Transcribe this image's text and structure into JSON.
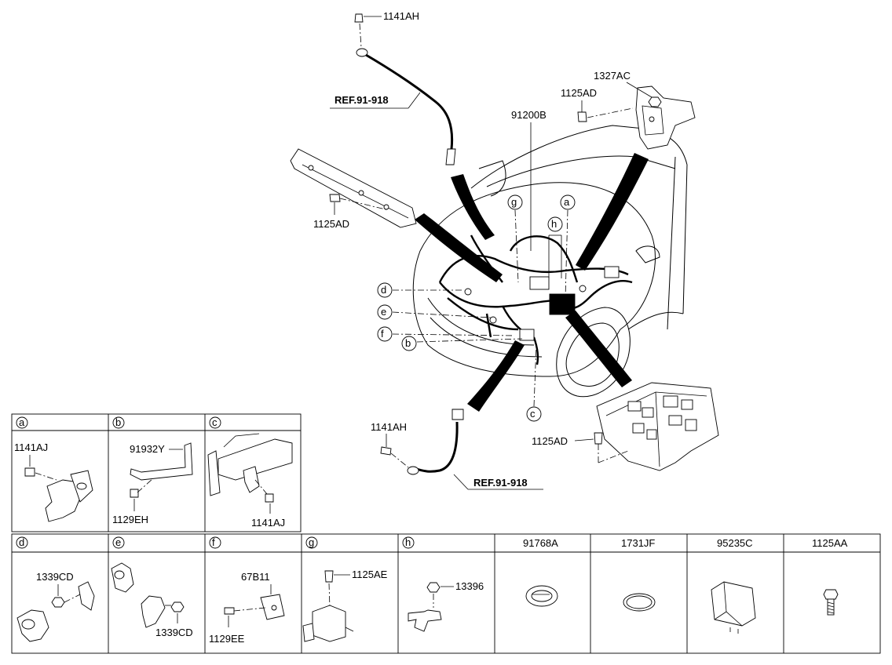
{
  "main": {
    "callouts": {
      "top_terminal": "1141AH",
      "ref_top": "REF.91-918",
      "top_right_nut": "1327AC",
      "top_right_bolt": "1125AD",
      "harness": "91200B",
      "left_bolt": "1125AD",
      "bottom_terminal": "1141AH",
      "ref_bottom": "REF.91-918",
      "relay_box_bolt": "1125AD"
    },
    "markers": [
      "a",
      "b",
      "c",
      "d",
      "e",
      "f",
      "g",
      "h"
    ]
  },
  "details_top": [
    {
      "tag": "a",
      "parts": [
        "1141AJ"
      ]
    },
    {
      "tag": "b",
      "parts": [
        "91932Y",
        "1129EH"
      ]
    },
    {
      "tag": "c",
      "parts": [
        "1141AJ"
      ]
    }
  ],
  "details_bottom": [
    {
      "tag": "d",
      "parts": [
        "1339CD"
      ]
    },
    {
      "tag": "e",
      "parts": [
        "1339CD"
      ]
    },
    {
      "tag": "f",
      "parts": [
        "67B11",
        "1129EE"
      ]
    },
    {
      "tag": "g",
      "parts": [
        "1125AE"
      ]
    },
    {
      "tag": "h",
      "parts": [
        "13396"
      ]
    }
  ],
  "catalog": [
    {
      "part": "91768A",
      "icon": "grommet-icon"
    },
    {
      "part": "1731JF",
      "icon": "o-ring-icon"
    },
    {
      "part": "95235C",
      "icon": "relay-icon"
    },
    {
      "part": "1125AA",
      "icon": "bolt-icon"
    }
  ]
}
